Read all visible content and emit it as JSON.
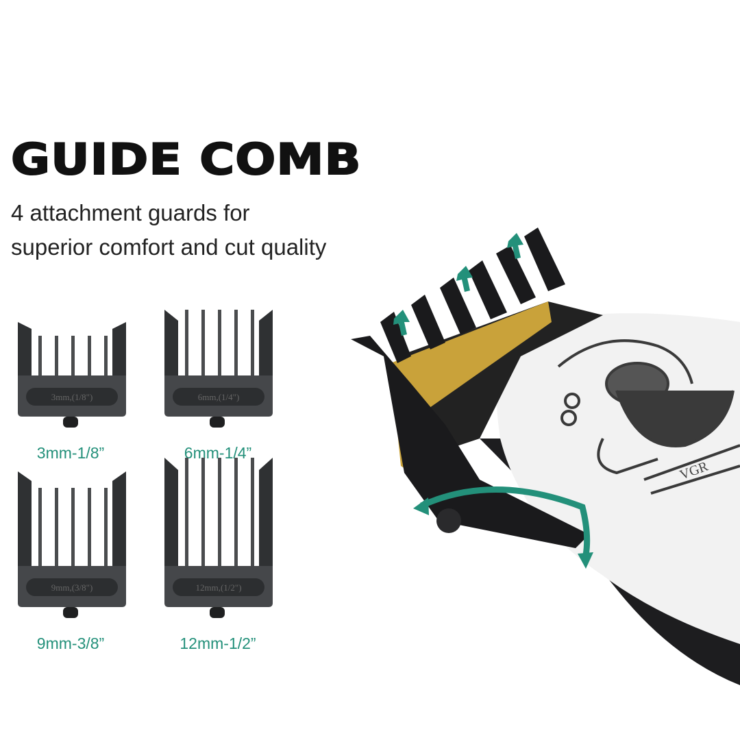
{
  "heading": {
    "title": "GUIDE COMB",
    "subtitle_line1": "4 attachment guards for",
    "subtitle_line2": "superior comfort and cut quality"
  },
  "guards": [
    {
      "imprint": "3mm,(1/8\")",
      "label": "3mm-1/8”"
    },
    {
      "imprint": "6mm,(1/4\")",
      "label": "6mm-1/4”"
    },
    {
      "imprint": "9mm,(3/8\")",
      "label": "9mm-3/8”"
    },
    {
      "imprint": "12mm,(1/2\")",
      "label": "12mm-1/2”"
    }
  ],
  "product": {
    "logo_text": "VGR"
  },
  "colors": {
    "accent": "#23907a",
    "comb": "#3c3e40",
    "blade": "#c9a23a"
  }
}
